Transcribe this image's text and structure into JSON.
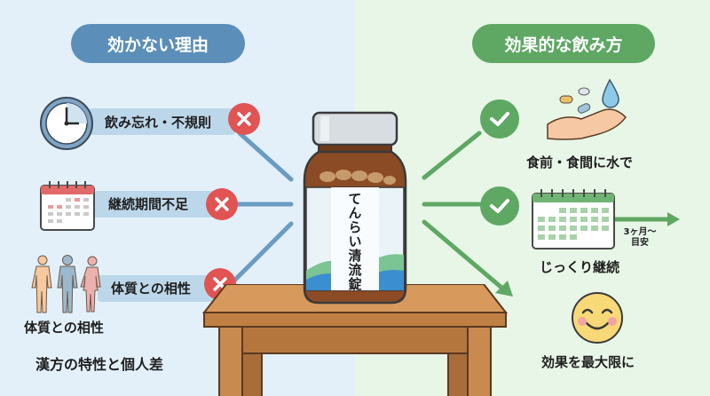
{
  "left": {
    "header": "効かない理由",
    "reasons": [
      {
        "label": "飲み忘れ・不規則",
        "icon": "clock-icon",
        "status": "x-icon"
      },
      {
        "label": "継続期間不足",
        "icon": "calendar-icon",
        "status": "x-icon"
      },
      {
        "label": "体質との相性",
        "icon": "body-types-icon",
        "status": "x-icon"
      }
    ],
    "body_caption": "体質との相性",
    "footer": "漢方の特性と個人差"
  },
  "center": {
    "product_label": "てんらい清流錠"
  },
  "right": {
    "header": "効果的な飲み方",
    "tips": [
      {
        "label": "食前・食間に水で",
        "icon": "hand-pills-water-icon",
        "status": "check-icon"
      },
      {
        "label": "じっくり継続",
        "icon": "calendar-icon",
        "status": "check-icon",
        "note_line1": "3ヶ月〜",
        "note_line2": "目安"
      },
      {
        "label": "効果を最大限に",
        "icon": "smiley-icon"
      }
    ]
  },
  "colors": {
    "left_bg": "#e3f0f9",
    "right_bg": "#e7f6e6",
    "left_accent": "#5b8fb9",
    "right_accent": "#5ea864",
    "x_red": "#e05454",
    "bottle_brown": "#8a4b25",
    "table_wood": "#c78a4e"
  }
}
